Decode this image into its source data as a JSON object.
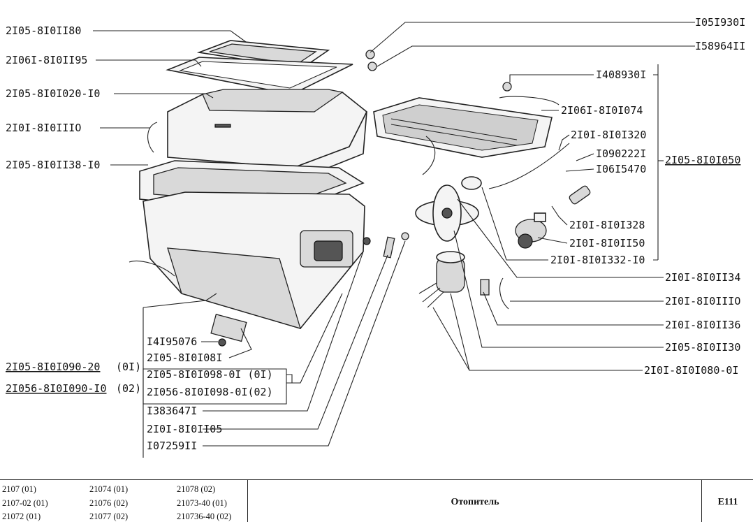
{
  "labels": {
    "p21058101180": "2I05-8I0II80",
    "p21061810195": "2I06I-8I0II95",
    "p2105810102010": "2I05-8I0I020-I0",
    "p210181011110": "2I0I-8I0IIIO",
    "p2105810113810": "2I05-8I0II38-I0",
    "p21058101090": "2I05-8I0I090-20",
    "p21058101090_sfx": "(0I)",
    "p210568101090": "2I056-8I0I090-I0",
    "p210568101090_sfx": "(02)",
    "p1051930": "I05I930I",
    "p1589641": "I58964II",
    "p1408930": "I408930I",
    "p21061810074": "2I06I-8I0I074",
    "p21018101320": "2I0I-8I0I320",
    "p1090222": "I090222I",
    "p1061547": "I06I5470",
    "p21058101050": "2I05-8I0I050",
    "p21018101328": "2I0I-8I0I328",
    "p21018101150": "2I0I-8I0II50",
    "p2101810133210": "2I0I-8I0I332-I0",
    "p21018101134": "2I0I-8I0II34",
    "p21018101110b": "2I0I-8I0IIIO",
    "p21018101136": "2I0I-8I0II36",
    "p21058101130": "2I05-8I0II30",
    "p2101810108001": "2I0I-8I0I080-0I",
    "p1419507": "I4I95076",
    "p21058101081": "2I05-8I0I08I",
    "p2105810109801": "2I05-8I0I098-0I (0I)",
    "p21056810109801": "2I056-8I0I098-0I(02)",
    "p1383647": "I383647I",
    "p21018101105": "2I0I-8I0II05",
    "p1072591": "I07259II"
  },
  "footer": {
    "models": [
      [
        "2107 (01)",
        "21074 (01)",
        "21078 (02)"
      ],
      [
        "2107-02 (01)",
        "21076 (02)",
        "21073-40 (01)"
      ],
      [
        "21072 (01)",
        "21077 (02)",
        "210736-40 (02)"
      ]
    ],
    "title": "Отопитель",
    "code": "E111"
  }
}
